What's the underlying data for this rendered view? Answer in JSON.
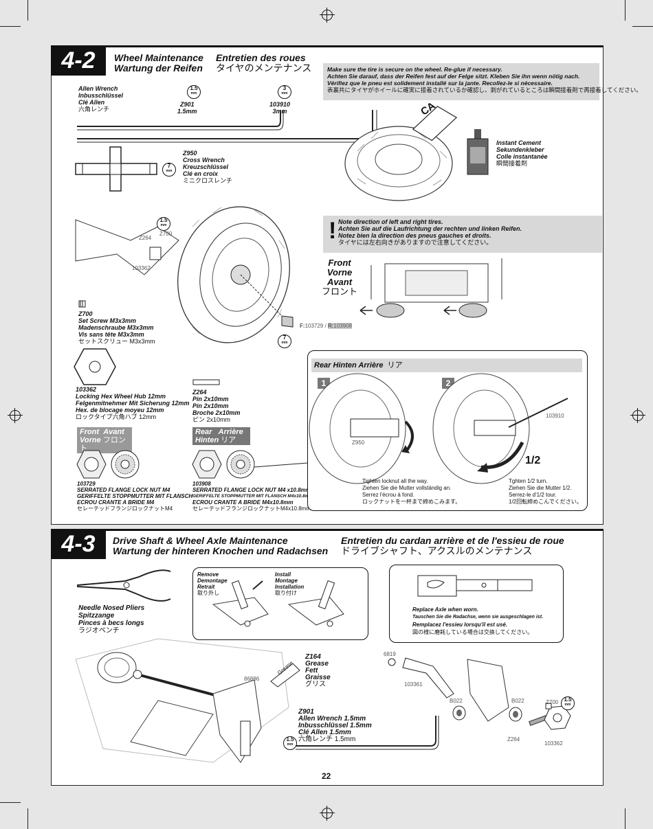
{
  "page_number": "22",
  "step_4_2": {
    "number": "4-2",
    "title_en": "Wheel Maintenance",
    "title_de": "Wartung der Reifen",
    "title_fr": "Entretien des roues",
    "title_jp": "タイヤのメンテナンス",
    "allen_wrench": {
      "en": "Allen Wrench",
      "de": "Inbusschlüssel",
      "fr": "Clé Allen",
      "jp": "六角レンチ"
    },
    "z901": {
      "code": "Z901",
      "size": "1.5mm",
      "badge": "1.5",
      "unit": "mm"
    },
    "w103910": {
      "code": "103910",
      "size": "3mm",
      "badge": "3",
      "unit": "mm"
    },
    "z950": {
      "code": "Z950",
      "en": "Cross Wrench",
      "de": "Kreuzschlüssel",
      "fr": "Clé en croix",
      "jp": "ミニクロスレンチ",
      "badge": "7",
      "unit": "mm"
    },
    "tire_note": {
      "en": "Make sure the tire is secure on the wheel. Re-glue if necessary.",
      "de": "Achten Sie darauf, dass der Reifen fest auf der Felge sitzt. Kleben Sie ihn wenn nötig nach.",
      "fr": "Vérifiez que le pneu est solidement installé sur la jante. Recollez-le si nécessaire.",
      "jp": "表裏共にタイヤがホイールに確実に接着されているか確認し、剥がれているところは瞬間接着剤で再接着してください。"
    },
    "ca_label": "CA",
    "instant_cement": {
      "en": "Instant Cement",
      "de": "Sekundenkleber",
      "fr": "Colle instantanée",
      "jp": "瞬間接着剤"
    },
    "direction_note": {
      "en": "Note direction of left and right tires.",
      "de": "Achten Sie auf die Laufrichtung der rechten und linken Reifen.",
      "fr": "Notez bien la direction des pneus gauches et droits.",
      "jp": "タイヤには左右向きがありますので注意してください。"
    },
    "front": {
      "en": "Front",
      "de": "Vorne",
      "fr": "Avant",
      "jp": "フロント"
    },
    "parts": {
      "z264_small": "Z264",
      "z700_small": "Z700",
      "p103362_small": "103362",
      "z700_badge": "1.5",
      "nut_badge": "7",
      "fr_codes_f": "F:",
      "fr_codes_f_val": "103729",
      "fr_codes_sep": " / ",
      "fr_codes_r": "R:",
      "fr_codes_r_val": "103908"
    },
    "z700": {
      "code": "Z700",
      "en": "Set Screw M3x3mm",
      "de": "Madenschraube M3x3mm",
      "fr": "Vis sans tête M3x3mm",
      "jp": "セットスクリュー M3x3mm"
    },
    "p103362": {
      "code": "103362",
      "en": "Locking Hex Wheel Hub 12mm",
      "de": "Felgenmitnehmer Mit Sicherung 12mm",
      "fr": "Hex. de blocage moyeu 12mm",
      "jp": "ロックタイプ六角ハブ 12mm"
    },
    "z264": {
      "code": "Z264",
      "en": "Pin 2x10mm",
      "de": "Pin 2x10mm",
      "fr": "Broche 2x10mm",
      "jp": "ピン 2x10mm"
    },
    "front_tag": {
      "en": "Front",
      "fr": "Avant",
      "de": "Vorne",
      "jp": "フロント"
    },
    "rear_tag": {
      "en": "Rear",
      "fr": "Arrière",
      "de": "Hinten",
      "jp": "リア"
    },
    "p103729": {
      "code": "103729",
      "en": "SERRATED FLANGE LOCK NUT M4",
      "de": "GERIFFELTE STOPPMUTTER MIT FLANSCH",
      "fr": "ECROU CRANTE A BRIDE M4",
      "jp": "セレーテッドフランジロックナットM4"
    },
    "p103908": {
      "code": "103908",
      "en": "SERRATED FLANGE LOCK NUT M4 x10.8mm",
      "de": "GERIFFELTE STOPPMUTTER MIT FLANSCH  M4x10.8mm",
      "fr": "ECROU CRANTE A BRIDE M4x10.8mm",
      "jp": "セレーテッドフランジロックナットM4x10.8mm"
    },
    "rear_box": {
      "header": "Rear   Hinten   Arrière",
      "header_jp": "リア",
      "step1": "1",
      "step2": "2",
      "z950": "Z950",
      "w103910": "103910",
      "half": "1/2",
      "s1": {
        "en": "Tighten locknut all the way.",
        "de": "Ziehen Sie die Mutter vollständig an.",
        "fr": "Serrez l'écrou à fond.",
        "jp": "ロックナットを一杯まで締めこみます。"
      },
      "s2": {
        "en": "Tghten 1/2 turn.",
        "de": "Ziehen  Sie die Mutter 1/2.",
        "fr": "Serrez-le d'1/2 tour.",
        "jp": "1/2回転締めこんでください。"
      }
    }
  },
  "step_4_3": {
    "number": "4-3",
    "title_en": "Drive Shaft & Wheel Axle  Maintenance",
    "title_de": "Wartung der hinteren Knochen und Radachsen",
    "title_fr": "Entretien du cardan arrière et de l'essieu de roue",
    "title_jp": "ドライブシャフト、アクスルのメンテナンス",
    "pliers": {
      "en": "Needle Nosed Pliers",
      "de": "Spitzzange",
      "fr": "Pinces à becs longs",
      "jp": "ラジオペンチ"
    },
    "remove": {
      "en": "Remove",
      "de": "Demontage",
      "fr": "Retrait",
      "jp": "取り外し"
    },
    "install": {
      "en": "Install",
      "de": "Montage",
      "fr": "Installation",
      "jp": "取り付け"
    },
    "replace_axle": {
      "en": "Replace Axle when worn.",
      "de": "Tauschen Sie die Radachse, wenn sie ausgeschlagen ist.",
      "fr": "Remplacez l'essieu lorsqu'il est usé.",
      "jp": "図の様に磨耗している場合は交換してください。"
    },
    "z164": {
      "code": "Z164",
      "en": "Grease",
      "de": "Fett",
      "fr": "Graisse",
      "jp": "グリス",
      "tube": "Grease"
    },
    "p86886": "86886",
    "z901": {
      "code": "Z901",
      "en": "Allen Wrench 1.5mm",
      "de": "Inbusschlüssel 1.5mm",
      "fr": "Clé Allen 1.5mm",
      "jp": "六角レンチ 1.5mm",
      "badge": "1.5",
      "unit": "mm"
    },
    "codes": {
      "c6819": "6819",
      "c103361": "103361",
      "b022a": "B022",
      "b022b": "B022",
      "z700": "Z700",
      "z264": "Z264",
      "c103362": "103362",
      "badge": "1.5",
      "unit": "mm"
    }
  },
  "colors": {
    "panel": "#d8d8d8",
    "tag": "#999999",
    "ink": "#111111",
    "page": "#e6e6e6"
  }
}
